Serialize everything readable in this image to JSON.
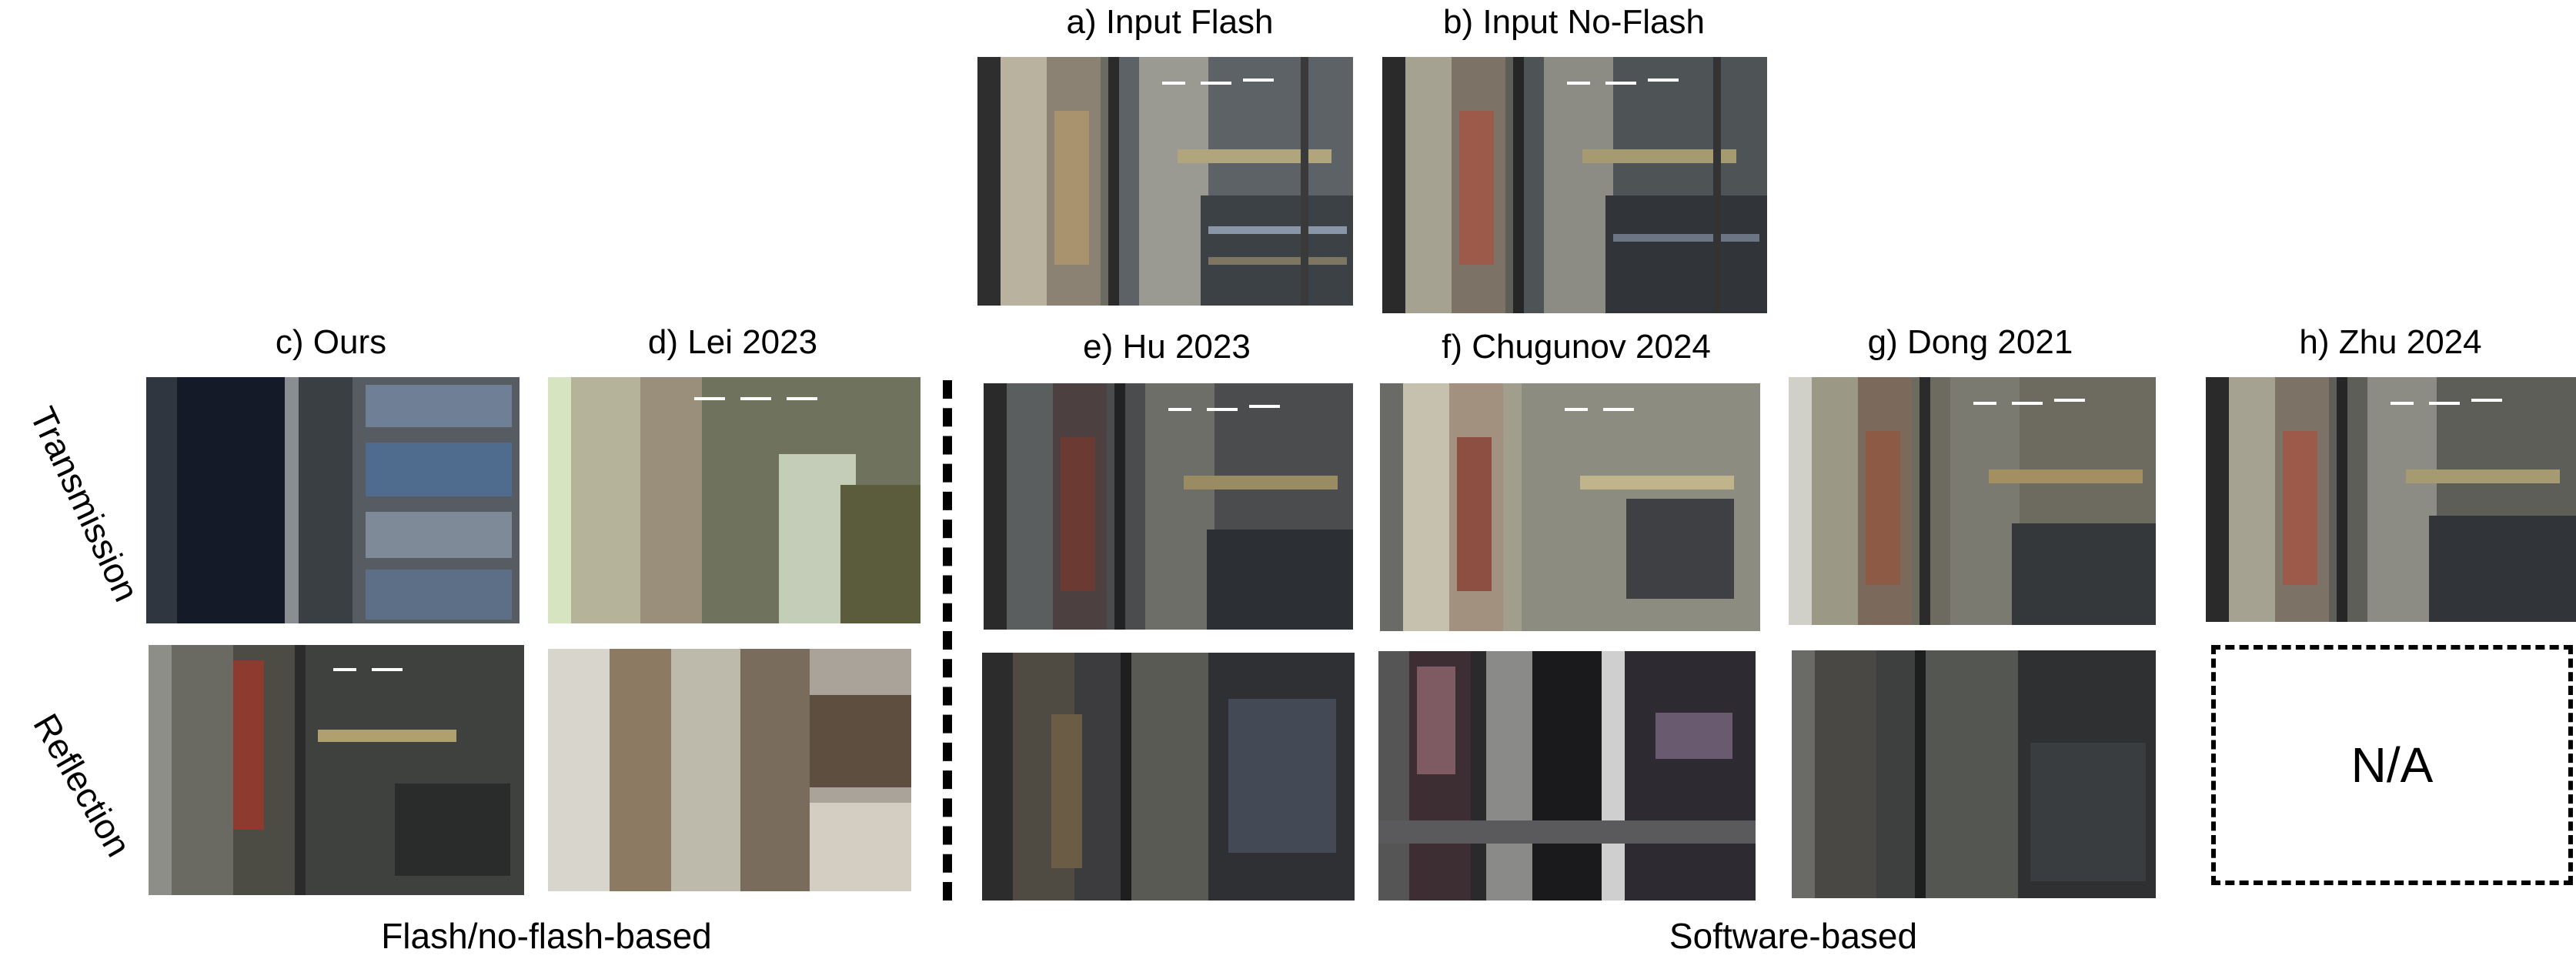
{
  "top_inputs": [
    {
      "label": "a) Input Flash"
    },
    {
      "label": "b) Input No-Flash"
    }
  ],
  "columns": [
    {
      "label": "c) Ours"
    },
    {
      "label": "d) Lei 2023"
    },
    {
      "label": "e) Hu 2023"
    },
    {
      "label": "f) Chugunov 2024"
    },
    {
      "label": "g) Dong 2021"
    },
    {
      "label": "h) Zhu 2024"
    }
  ],
  "rows": [
    {
      "label": "Transmission"
    },
    {
      "label": "Reflection"
    }
  ],
  "na_text": "N/A",
  "groups": [
    {
      "label": "Flash/no-flash-based"
    },
    {
      "label": "Software-based"
    }
  ]
}
